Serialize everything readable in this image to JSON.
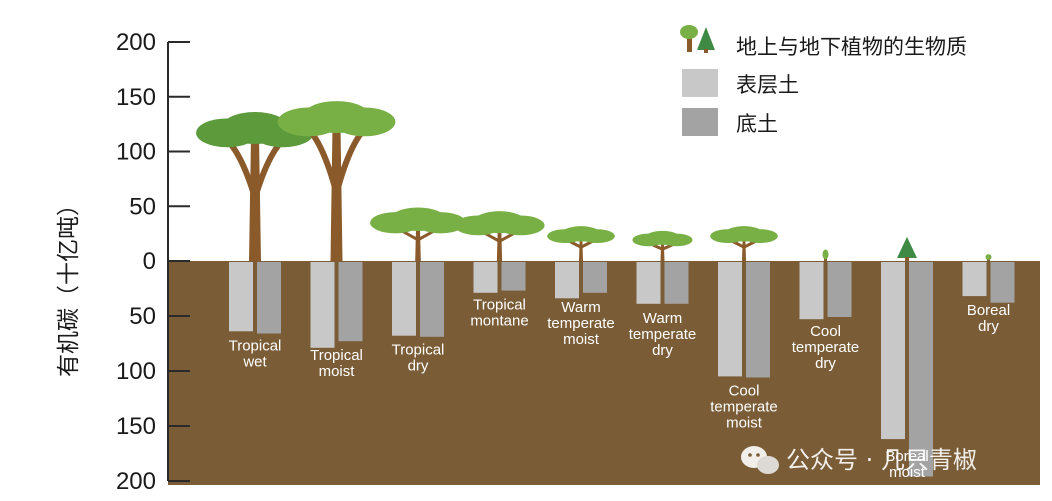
{
  "chart_data": {
    "type": "bar",
    "ylabel": "有机碳（十亿吨）",
    "y_above": {
      "range": [
        0,
        200
      ],
      "ticks": [
        "200",
        "150",
        "100",
        "50",
        "0"
      ]
    },
    "y_below": {
      "range": [
        0,
        200
      ],
      "ticks": [
        "50",
        "100",
        "150",
        "200"
      ]
    },
    "categories": [
      {
        "lines": [
          "Tropical",
          "wet"
        ]
      },
      {
        "lines": [
          "Tropical",
          "moist"
        ]
      },
      {
        "lines": [
          "Tropical",
          "dry"
        ]
      },
      {
        "lines": [
          "Tropical",
          "montane"
        ]
      },
      {
        "lines": [
          "Warm",
          "temperate",
          "moist"
        ]
      },
      {
        "lines": [
          "Warm",
          "temperate",
          "dry"
        ]
      },
      {
        "lines": [
          "Cool",
          "temperate",
          "moist"
        ]
      },
      {
        "lines": [
          "Cool",
          "temperate",
          "dry"
        ]
      },
      {
        "lines": [
          "Boreal",
          "moist"
        ]
      },
      {
        "lines": [
          "Boreal",
          "dry"
        ]
      }
    ],
    "series": [
      {
        "name": "地上与地下植物的生物质",
        "color": "#8a5a2b",
        "values": [
          128,
          138,
          43,
          40,
          28,
          24,
          28,
          10,
          22,
          6
        ]
      },
      {
        "name": "表层土",
        "color": "#c8c8c8",
        "values": [
          63,
          78,
          67,
          28,
          33,
          38,
          104,
          52,
          161,
          31
        ]
      },
      {
        "name": "底土",
        "color": "#a3a3a3",
        "values": [
          65,
          72,
          68,
          26,
          28,
          38,
          105,
          50,
          195,
          37
        ]
      }
    ],
    "legend_position": "top-right",
    "colors": {
      "ground": "#7a5c37",
      "foliage": "#78b045",
      "conifer": "#3f8a45"
    }
  },
  "watermark": {
    "text": "公众号 · 几只青椒"
  }
}
